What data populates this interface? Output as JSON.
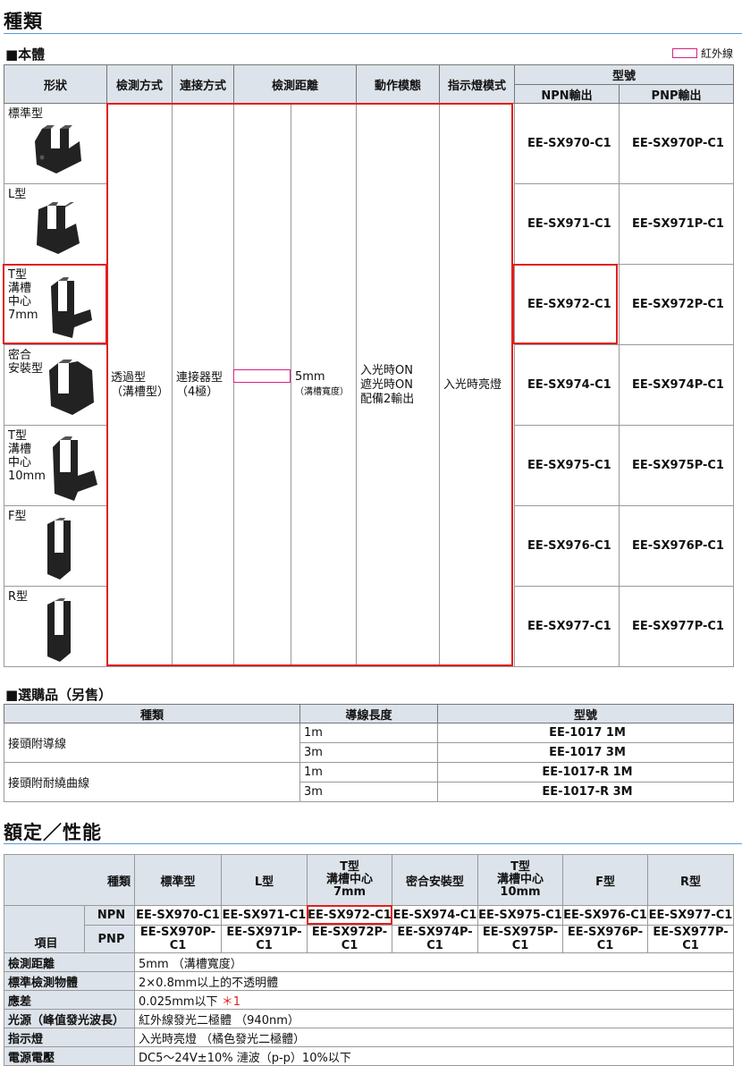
{
  "sec1_title": "種類",
  "body_heading": "■本體",
  "legend_label": "紅外線",
  "prod_headers": {
    "shape": "形狀",
    "method": "檢測方式",
    "connection": "連接方式",
    "distance": "檢測距離",
    "mode": "動作模態",
    "indicator": "指示燈模式",
    "model": "型號",
    "npn": "NPN輸出",
    "pnp": "PNP輸出"
  },
  "products": [
    {
      "shape": "標準型",
      "npn": "EE-SX970-C1",
      "pnp": "EE-SX970P-C1"
    },
    {
      "shape": "L型",
      "npn": "EE-SX971-C1",
      "pnp": "EE-SX971P-C1"
    },
    {
      "shape": "T型\n溝槽\n中心\n7mm",
      "npn": "EE-SX972-C1",
      "pnp": "EE-SX972P-C1"
    },
    {
      "shape": "密合\n安裝型",
      "npn": "EE-SX974-C1",
      "pnp": "EE-SX974P-C1"
    },
    {
      "shape": "T型\n溝槽\n中心\n10mm",
      "npn": "EE-SX975-C1",
      "pnp": "EE-SX975P-C1"
    },
    {
      "shape": "F型",
      "npn": "EE-SX976-C1",
      "pnp": "EE-SX976P-C1"
    },
    {
      "shape": "R型",
      "npn": "EE-SX977-C1",
      "pnp": "EE-SX977P-C1"
    }
  ],
  "common": {
    "method_1": "透過型",
    "method_2": "（溝槽型）",
    "connection_1": "連接器型",
    "connection_2": "（4極）",
    "distance_1": "5mm",
    "distance_2": "（溝槽寬度）",
    "mode_1": "入光時ON",
    "mode_2": "遮光時ON",
    "mode_3": "配備2輸出",
    "indicator": "入光時亮燈"
  },
  "acc_heading": "■選購品（另售）",
  "acc_headers": {
    "type": "種類",
    "length": "導線長度",
    "model": "型號"
  },
  "accessories": [
    {
      "type": "接頭附導線",
      "rows": [
        {
          "length": "1m",
          "model": "EE-1017  1M"
        },
        {
          "length": "3m",
          "model": "EE-1017  3M"
        }
      ]
    },
    {
      "type": "接頭附耐繞曲線",
      "rows": [
        {
          "length": "1m",
          "model": "EE-1017-R  1M"
        },
        {
          "length": "3m",
          "model": "EE-1017-R  3M"
        }
      ]
    }
  ],
  "sec2_title": "額定／性能",
  "rate_headers": {
    "kind": "種類",
    "item": "項目",
    "npn": "NPN",
    "pnp": "PNP",
    "cols": [
      "標準型",
      "L型",
      "T型\n溝槽中心\n7mm",
      "密合安裝型",
      "T型\n溝槽中心\n10mm",
      "F型",
      "R型"
    ]
  },
  "rate_npn": [
    "EE-SX970-C1",
    "EE-SX971-C1",
    "EE-SX972-C1",
    "EE-SX974-C1",
    "EE-SX975-C1",
    "EE-SX976-C1",
    "EE-SX977-C1"
  ],
  "rate_pnp": [
    "EE-SX970P-C1",
    "EE-SX971P-C1",
    "EE-SX972P-C1",
    "EE-SX974P-C1",
    "EE-SX975P-C1",
    "EE-SX976P-C1",
    "EE-SX977P-C1"
  ],
  "specs": [
    {
      "label": "檢測距離",
      "value": "5mm （溝槽寬度）"
    },
    {
      "label": "標準檢測物體",
      "value": "2×0.8mm以上的不透明體"
    },
    {
      "label": "應差",
      "value": "0.025mm以下",
      "note": "＊1"
    },
    {
      "label": "光源（峰值發光波長）",
      "value": "紅外線發光二極體 （940nm）"
    },
    {
      "label": "指示燈",
      "value": "入光時亮燈 （橘色發光二極體）"
    },
    {
      "label": "電源電壓",
      "value": "DC5～24V±10%  漣波（p-p）10%以下"
    }
  ],
  "colors": {
    "accent_red": "#e0201f",
    "infrared_pink": "#d6237f",
    "header_bg": "#dde3ea",
    "rule_blue": "#5b9bd5"
  },
  "icons": [
    "sensor-standard-icon",
    "sensor-l-icon",
    "sensor-t7-icon",
    "sensor-mount-icon",
    "sensor-t10-icon",
    "sensor-f-icon",
    "sensor-r-icon"
  ]
}
